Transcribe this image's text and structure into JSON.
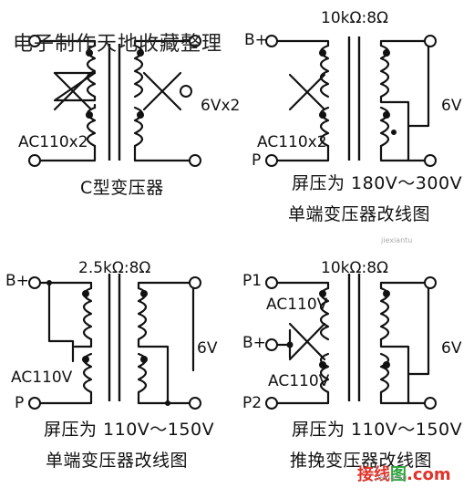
{
  "watermark": "电子制作天地收藏整理",
  "panels": {
    "tl": {
      "left_top_label": "",
      "left_bottom_label": "",
      "ratio_label": "",
      "primary_label": "AC110x2",
      "secondary_label": "6Vx2",
      "caption_line1": "C型变压器",
      "caption_line2": ""
    },
    "tr": {
      "left_top_label": "B+",
      "left_bottom_label": "P",
      "ratio_label": "10kΩ:8Ω",
      "primary_label": "AC110x2",
      "secondary_label": "6V",
      "caption_line1": "屏压为 180V～300V",
      "caption_line2": "单端变压器改线图"
    },
    "bl": {
      "left_top_label": "B+",
      "left_bottom_label": "P",
      "ratio_label": "2.5kΩ:8Ω",
      "primary_label": "AC110V",
      "secondary_label": "6V",
      "caption_line1": "屏压为 110V～150V",
      "caption_line2": "单端变压器改线图"
    },
    "br": {
      "left_top_label": "P1",
      "left_mid_label": "B+",
      "left_bottom_label": "P2",
      "ratio_label": "10kΩ:8Ω",
      "primary_label_top": "AC110V",
      "primary_label_bottom": "AC110V",
      "secondary_label": "6V",
      "caption_line1": "屏压为 110V～150V",
      "caption_line2": "推挽变压器改线图"
    }
  },
  "logo": {
    "part_a": "接线",
    "part_b": "图",
    "part_c": ".com"
  },
  "logo_sub": "jiexiantu",
  "side_mark": "jiexiantu"
}
